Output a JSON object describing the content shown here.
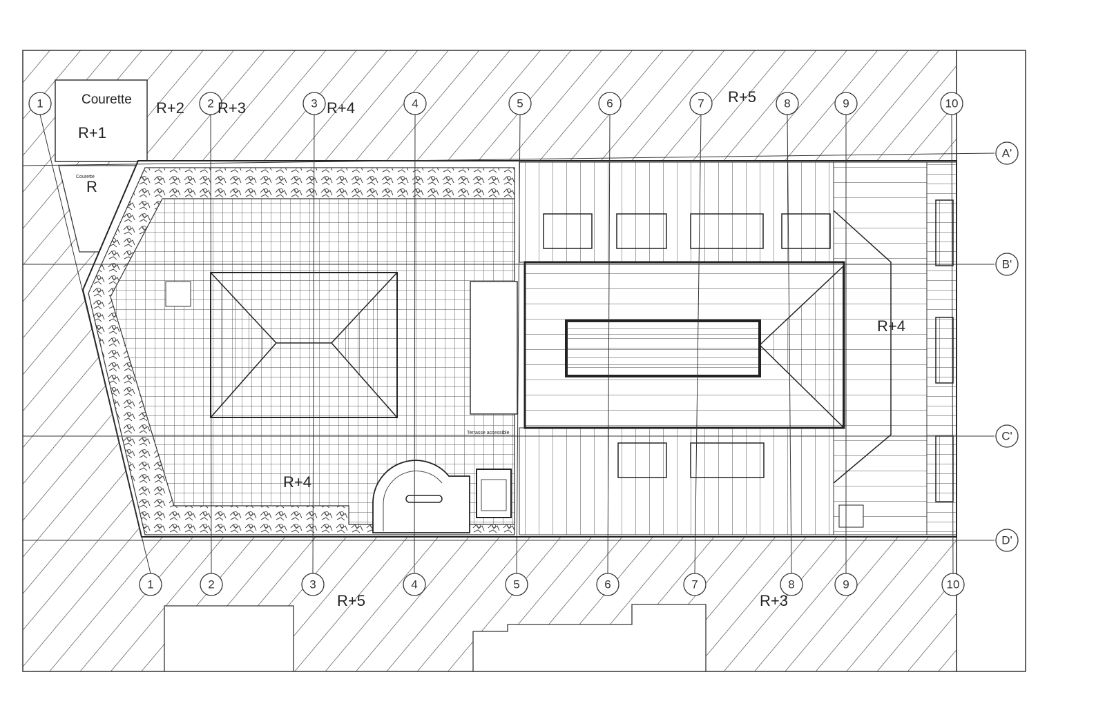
{
  "plan": {
    "columns_top": [
      "1",
      "2",
      "3",
      "4",
      "5",
      "6",
      "7",
      "8",
      "9",
      "10"
    ],
    "columns_bottom": [
      "1",
      "2",
      "3",
      "4",
      "5",
      "6",
      "7",
      "8",
      "9",
      "10"
    ],
    "rows": [
      "A'",
      "B'",
      "C'",
      "D'"
    ],
    "levels": {
      "courette_top": "Courette",
      "courette_top_level": "R+1",
      "r2": "R+2",
      "r3_top": "R+3",
      "r4_top": "R+4",
      "r5_top": "R+5",
      "courette_small": "Courette",
      "courette_small_level": "R",
      "r4_right": "R+4",
      "r4_terrace": "R+4",
      "r5_bottom": "R+5",
      "r3_bottom": "R+3",
      "terrace_label": "Terrasse accessible"
    }
  }
}
